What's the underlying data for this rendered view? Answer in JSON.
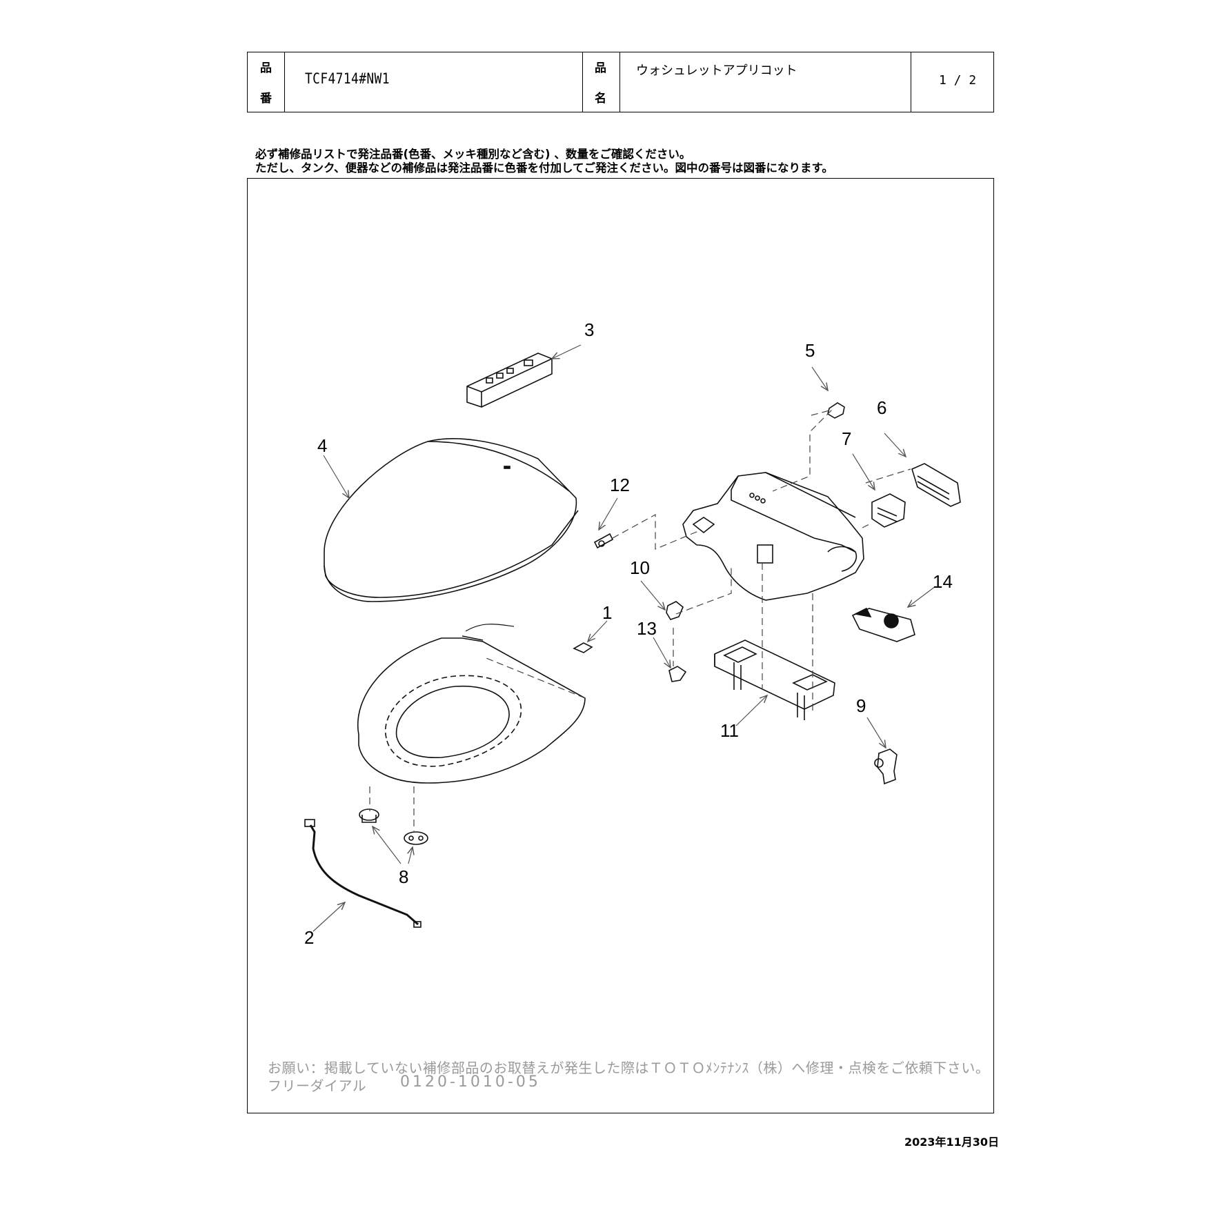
{
  "header": {
    "hinban_label": [
      "品",
      "番"
    ],
    "model_number": "TCF4714#NW1",
    "hinmei_label": [
      "品",
      "名"
    ],
    "product_name": "ウォシュレットアプリコット",
    "page": "1 / 2"
  },
  "notice": {
    "line1": "必ず補修品リストで発注品番(色番、メッキ種別など含む) 、数量をご確認ください。",
    "line2": "ただし、タンク、便器などの補修品は発注品番に色番を付加してご発注ください。図中の番号は図番になります。"
  },
  "diagram": {
    "callouts": [
      "1",
      "2",
      "3",
      "4",
      "5",
      "6",
      "7",
      "8",
      "9",
      "10",
      "11",
      "12",
      "13",
      "14"
    ]
  },
  "footer": {
    "request": "お願い：掲載していない補修部品のお取替えが発生した際はＴＯＴＯﾒﾝﾃﾅﾝｽ（株）へ修理・点検をご依頼下さい。",
    "freedial_label": "フリーダイアル",
    "freedial_number": "0120-1010-05"
  },
  "date": "2023年11月30日"
}
